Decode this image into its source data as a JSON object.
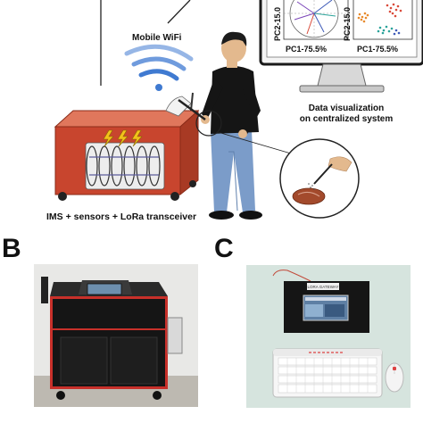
{
  "panel_a": {
    "wifi_label": "Mobile WiFi",
    "device_label": "IMS + sensors + LoRa transceiver",
    "visualization_label_line1": "Data visualization",
    "visualization_label_line2": "on centralized system",
    "plot_left": {
      "ylabel": "PC2-15.0",
      "xlabel": "PC1-75.5%"
    },
    "plot_right": {
      "ylabel": "PC2-15.0",
      "xlabel": "PC1-75.5%"
    }
  },
  "panel_b": {
    "letter": "B"
  },
  "panel_c": {
    "letter": "C",
    "device_screen_label": "LORA GATEWAY"
  },
  "colors": {
    "cart_red": "#c8452e",
    "shirt": "#151515",
    "jeans": "#7b9cc9",
    "wifi_blue": "#3f7ad1",
    "plot_red": "#d94a3a",
    "plot_orange": "#e88a2c",
    "plot_teal": "#2aa39a",
    "plot_blue": "#3d5ab8"
  }
}
